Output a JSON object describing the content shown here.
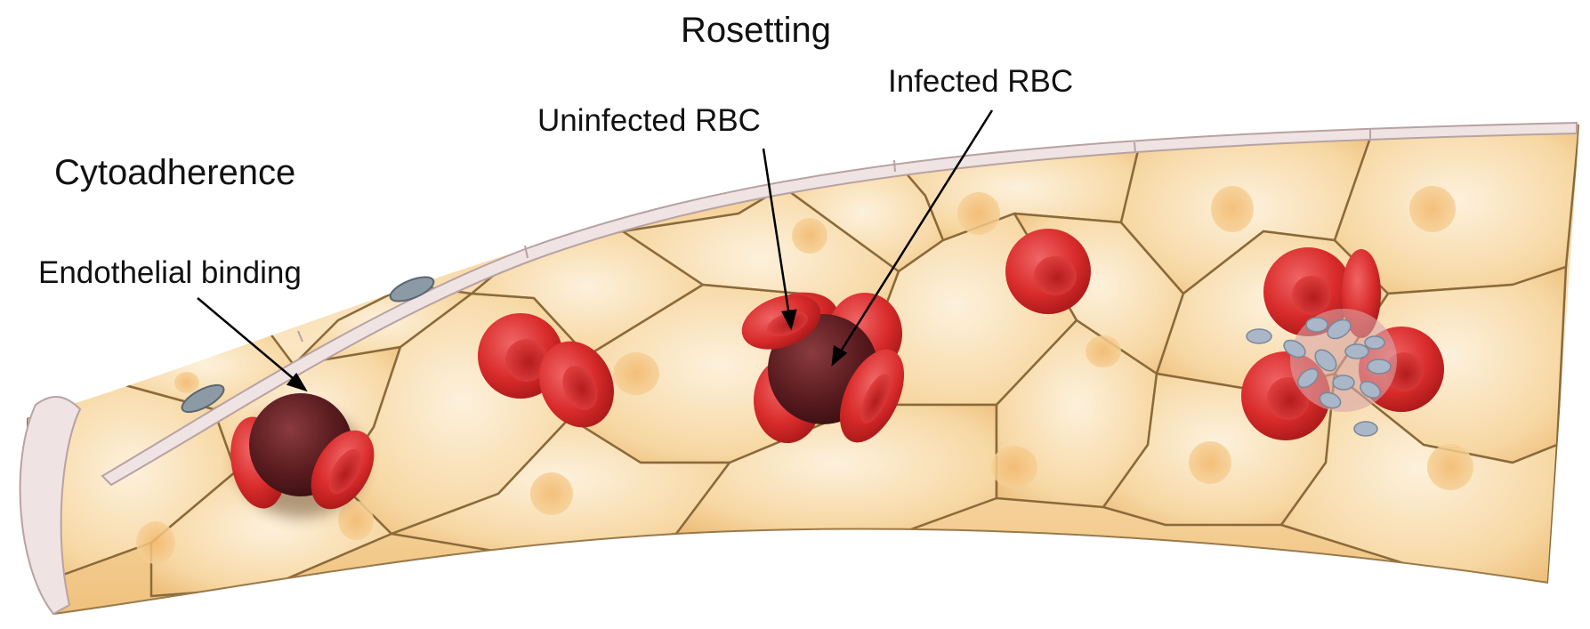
{
  "labels": {
    "rosetting": "Rosetting",
    "cytoadherence": "Cytoadherence",
    "endothelial_binding": "Endothelial binding",
    "uninfected_rbc": "Uninfected RBC",
    "infected_rbc": "Infected RBC"
  },
  "colors": {
    "endothelium": "#f5d29a",
    "cell_border": "#8a6a3a",
    "nucleus": "#efb46a",
    "vessel_wall": "#efe3e3",
    "rbc": "#d92b2b",
    "infected_rbc": "#5a1c20",
    "platelet": "#a9b7c8"
  }
}
